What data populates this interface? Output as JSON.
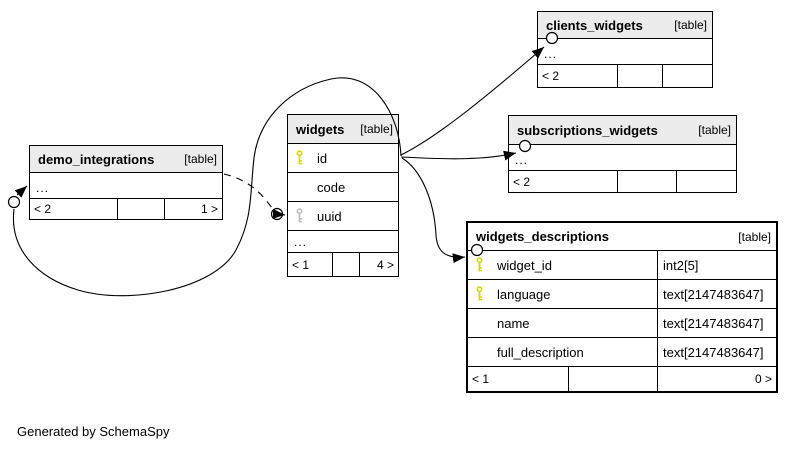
{
  "diagram": {
    "generated_note": "Generated by SchemaSpy",
    "colors": {
      "background": "#ffffff",
      "table_header_bg": "#ececec",
      "main_table_header_bg": "#ffffff",
      "border": "#000000",
      "primary_key_icon": "#d6d600",
      "unique_key_icon": "#bdbdbd"
    }
  },
  "tables": {
    "demo_integrations": {
      "name": "demo_integrations",
      "tag": "[table]",
      "ellipsis": "...",
      "footer": {
        "left": "< 2",
        "mid": "",
        "right": "1 >"
      }
    },
    "widgets": {
      "name": "widgets",
      "tag": "[table]",
      "fields": [
        {
          "name": "id",
          "key": "primary"
        },
        {
          "name": "code",
          "key": "none"
        },
        {
          "name": "uuid",
          "key": "unique"
        }
      ],
      "ellipsis": "...",
      "footer": {
        "left": "< 1",
        "mid": "",
        "right": "4 >"
      }
    },
    "clients_widgets": {
      "name": "clients_widgets",
      "tag": "[table]",
      "ellipsis": "...",
      "footer": {
        "left": "< 2",
        "mid": "",
        "right": ""
      }
    },
    "subscriptions_widgets": {
      "name": "subscriptions_widgets",
      "tag": "[table]",
      "ellipsis": "...",
      "footer": {
        "left": "< 2",
        "mid": "",
        "right": ""
      }
    },
    "widgets_descriptions": {
      "name": "widgets_descriptions",
      "tag": "[table]",
      "fields": [
        {
          "name": "widget_id",
          "type": "int2[5]",
          "key": "primary"
        },
        {
          "name": "language",
          "type": "text[2147483647]",
          "key": "primary"
        },
        {
          "name": "name",
          "type": "text[2147483647]",
          "key": "none"
        },
        {
          "name": "full_description",
          "type": "text[2147483647]",
          "key": "none"
        }
      ],
      "footer": {
        "left": "< 1",
        "mid": "",
        "right": "0 >"
      }
    }
  },
  "relationships": [
    {
      "a": "widgets.id",
      "b": "demo_integrations",
      "style": "solid"
    },
    {
      "a": "widgets.id",
      "b": "clients_widgets",
      "style": "solid"
    },
    {
      "a": "widgets.id",
      "b": "subscriptions_widgets",
      "style": "solid"
    },
    {
      "a": "widgets.id",
      "b": "widgets_descriptions.widget_id",
      "style": "solid"
    },
    {
      "a": "demo_integrations",
      "b": "widgets.uuid",
      "style": "dashed"
    }
  ]
}
